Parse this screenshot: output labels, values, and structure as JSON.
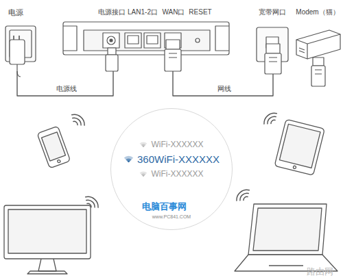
{
  "diagram": {
    "nodes": [
      {
        "text": [
          "WiFi-XXXXXX",
          "360WiFi-XXXXXX",
          "WiFi-XXXXXX"
        ]
      }
    ],
    "labels": [
      "电源",
      "电源接口",
      "LAN1-2口",
      "WAN口",
      "RESET",
      "宽带网口",
      "Modem（猫）",
      "电源线",
      "网线",
      "电脑百事网",
      "www.PC841.COM",
      "路由网"
    ]
  }
}
